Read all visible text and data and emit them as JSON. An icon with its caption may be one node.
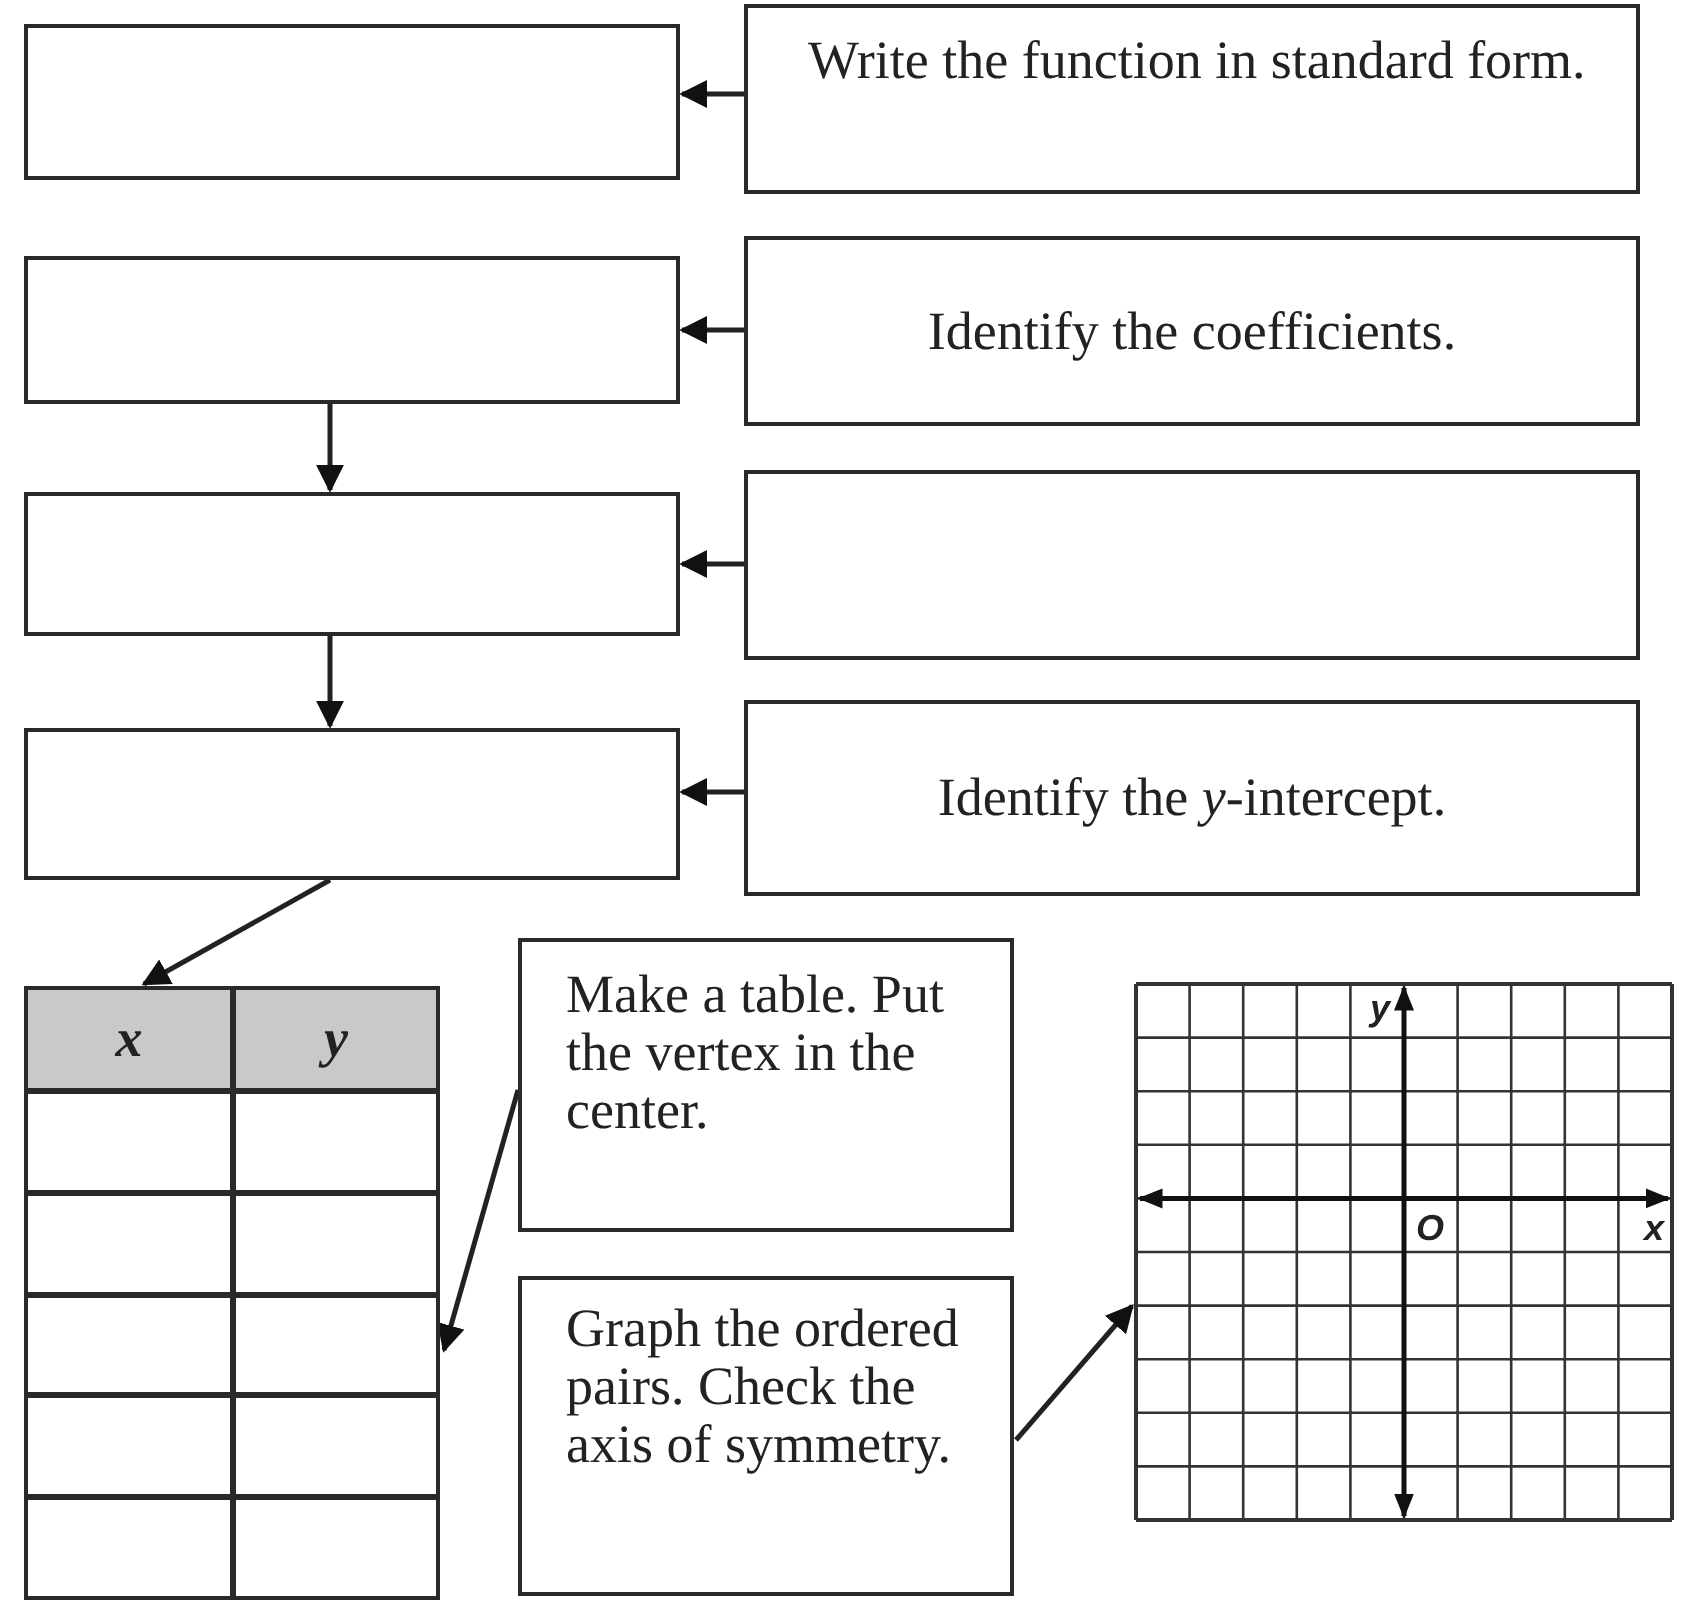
{
  "diagram": {
    "nodes": [
      {
        "text": [],
        "shape": "box"
      },
      {
        "text": [
          "Write the function in standard form."
        ]
      },
      {
        "text": [],
        "shape": "box"
      },
      {
        "text": [
          "Identify the coefficients."
        ]
      },
      {
        "text": [],
        "shape": "box"
      },
      {
        "text": [],
        "shape": "box"
      },
      {
        "text": [],
        "shape": "box"
      },
      {
        "text": [
          "Identify the *y*-intercept."
        ]
      },
      {
        "text": [
          "x",
          "y"
        ]
      },
      {
        "text": [
          "Make a table. Put the vertex in the center."
        ]
      },
      {
        "text": [
          "Graph the ordered pairs. Check the axis of symmetry."
        ]
      },
      {
        "text": [
          "y",
          "O",
          "x"
        ]
      }
    ],
    "edges": [
      {
        "from": 1,
        "to": 0,
        "arrow": "to"
      },
      {
        "from": 3,
        "to": 2,
        "arrow": "to"
      },
      {
        "from": 2,
        "to": 4,
        "arrow": "to"
      },
      {
        "from": 5,
        "to": 4,
        "arrow": "to"
      },
      {
        "from": 4,
        "to": 6,
        "arrow": "to"
      },
      {
        "from": 7,
        "to": 6,
        "arrow": "to"
      },
      {
        "from": 6,
        "to": 8,
        "arrow": "to"
      },
      {
        "from": 9,
        "to": 8,
        "arrow": "to"
      },
      {
        "from": 10,
        "to": 11,
        "arrow": "to"
      }
    ]
  }
}
